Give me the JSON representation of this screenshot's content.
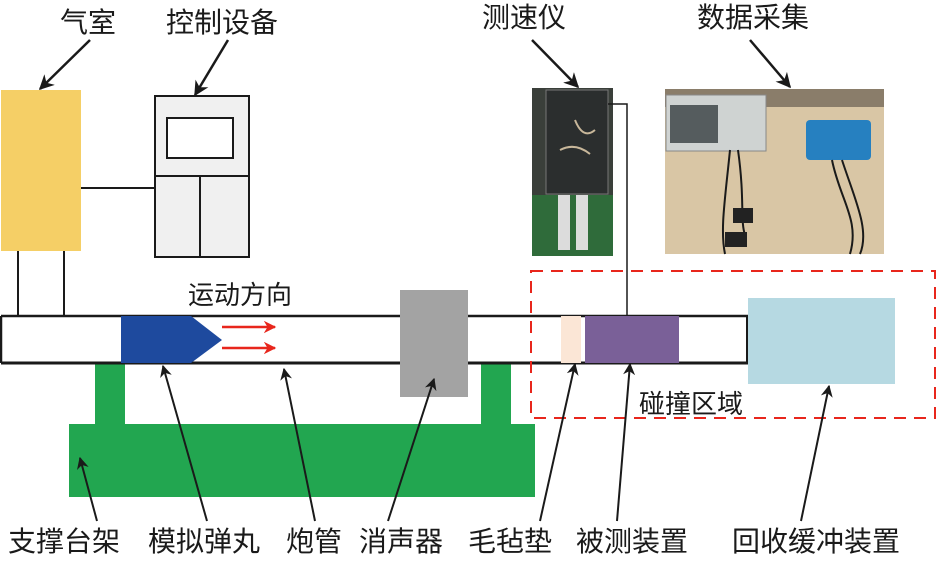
{
  "labels": {
    "air_chamber": "气室",
    "control_device": "控制设备",
    "velocimeter": "测速仪",
    "data_acquisition": "数据采集",
    "motion_direction": "运动方向",
    "collision_zone": "碰撞区域",
    "support_frame": "支撑台架",
    "projectile": "模拟弹丸",
    "gun_barrel": "炮管",
    "silencer": "消声器",
    "felt_pad": "毛毡垫",
    "device_under_test": "被测装置",
    "recovery_buffer": "回收缓冲装置"
  },
  "colors": {
    "air_chamber": "#f5cf66",
    "control_device": "#f0f0f0",
    "projectile": "#1e4a9e",
    "motion_arrow": "#e8261c",
    "silencer": "#a3a3a3",
    "support_frame": "#22a650",
    "felt_pad": "#fbe6d6",
    "device_under_test": "#7a6098",
    "recovery_buffer": "#b6d9e2",
    "collision_zone_border": "#e8261c"
  }
}
